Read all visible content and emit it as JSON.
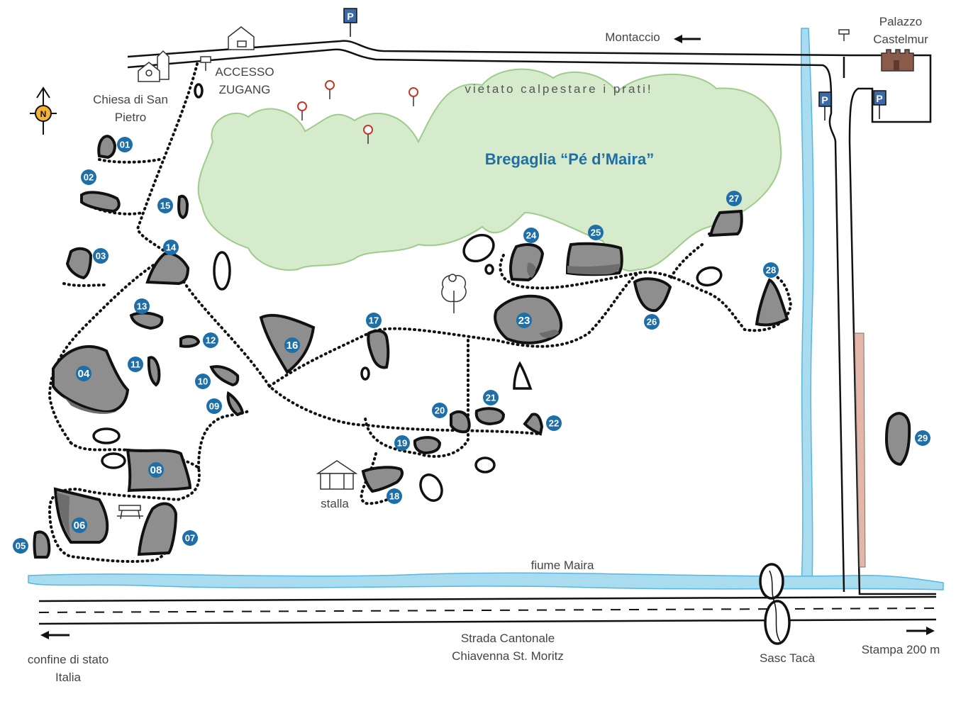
{
  "title": "Bregaglia “Pé d’Maira”",
  "notice": "vietato calpestare i prati!",
  "labels": {
    "church_line1": "Chiesa di San",
    "church_line2": "Pietro",
    "access_line1": "ACCESSO",
    "access_line2": "ZUGANG",
    "montaccio": "Montaccio",
    "palazzo_line1": "Palazzo",
    "palazzo_line2": "Castelmur",
    "river": "fiume Maira",
    "road_line1": "Strada Cantonale",
    "road_line2": "Chiavenna St. Moritz",
    "border_line1": "confine di stato",
    "border_line2": "Italia",
    "sasc_taca": "Sasc Tacà",
    "stampa": "Stampa 200 m",
    "stalla": "stalla",
    "parking": "P",
    "compass": "N"
  },
  "boulders": [
    "01",
    "02",
    "03",
    "04",
    "05",
    "06",
    "07",
    "08",
    "09",
    "10",
    "11",
    "12",
    "13",
    "14",
    "15",
    "16",
    "17",
    "18",
    "19",
    "20",
    "21",
    "22",
    "23",
    "24",
    "25",
    "26",
    "27",
    "28",
    "29"
  ],
  "colors": {
    "badge": "#1e6fa8",
    "rock": "#8e8e8e",
    "meadow": "#d6ebcb",
    "river": "#a9dcef",
    "parking": "#3b6aa6",
    "castle": "#8a5a4a"
  },
  "icons": [
    "compass-icon",
    "parking-icon",
    "church-icon",
    "house-icon",
    "castle-icon",
    "tree-icon",
    "hut-icon",
    "bench-icon",
    "arrow-left-icon",
    "arrow-right-icon",
    "no-entry-sign-icon"
  ]
}
